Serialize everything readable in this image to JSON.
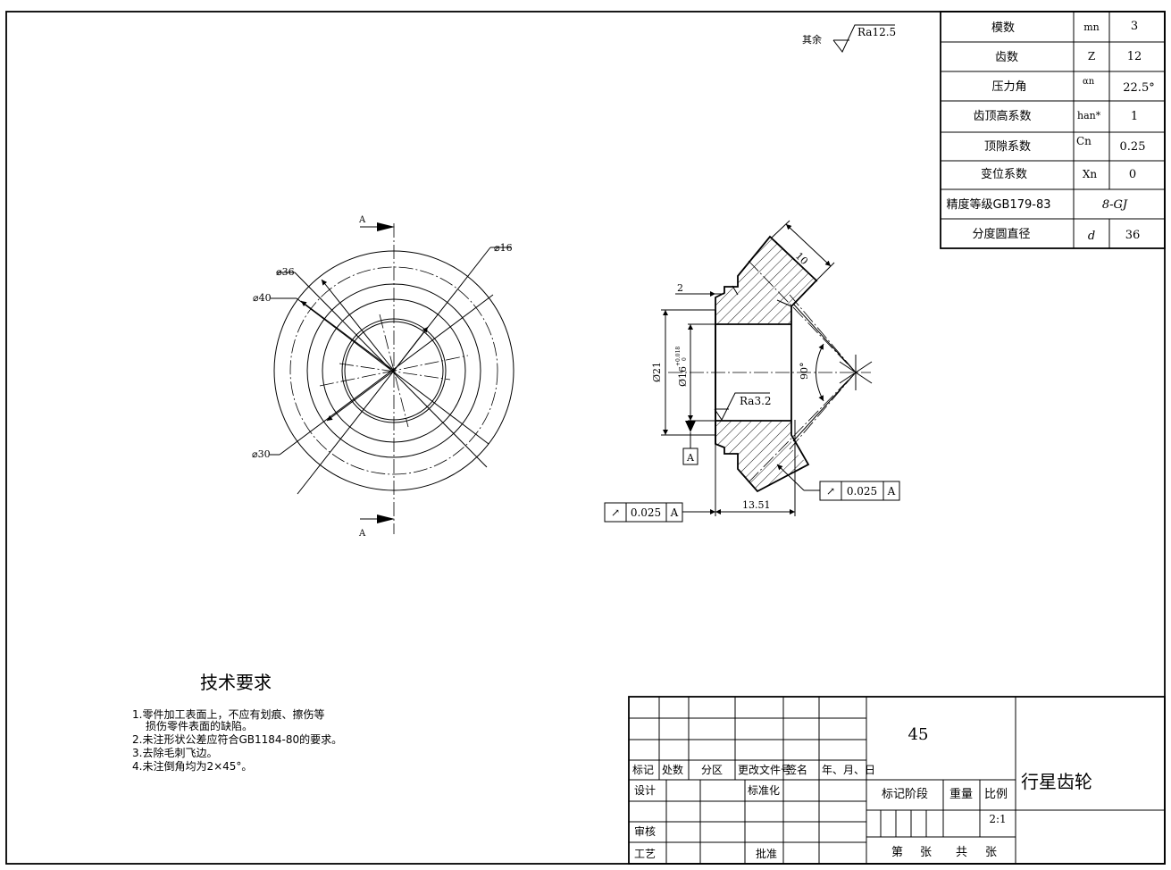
{
  "surface_note": {
    "prefix": "其余",
    "value": "Ra12.5"
  },
  "gear_params": [
    {
      "name": "模数",
      "symbol": "mn",
      "value": "3"
    },
    {
      "name": "齿数",
      "symbol": "Z",
      "value": "12"
    },
    {
      "name": "压力角",
      "symbol": "αn",
      "value": "22.5°"
    },
    {
      "name": "齿顶高系数",
      "symbol": "han*",
      "value": "1"
    },
    {
      "name": "顶隙系数",
      "symbol": "Cn",
      "value": "0.25"
    },
    {
      "name": "变位系数",
      "symbol": "Xn",
      "value": "0"
    },
    {
      "name": "精度等级GB179-83",
      "value": "8-GJ"
    },
    {
      "name": "分度圆直径",
      "symbol": "d",
      "value": "36"
    }
  ],
  "front_view": {
    "section_label": "A",
    "dims": {
      "d16": "⌀16",
      "d36": "⌀36",
      "d40": "⌀40",
      "d30": "⌀30"
    }
  },
  "section_view": {
    "dim_2": "2",
    "dim_10": "10",
    "dim_d21": "Ø21",
    "dim_d16": "Ø16",
    "dim_d16_tol_upper": "+0.018",
    "dim_d16_tol_lower": "0",
    "angle_90": "90°",
    "roughness": "Ra3.2",
    "datum": "A",
    "dim_13_51": "13.51",
    "runout_tol_1": {
      "symbol": "↗",
      "value": "0.025",
      "datum": "A"
    },
    "runout_tol_2": {
      "symbol": "↗",
      "value": "0.025",
      "datum": "A"
    }
  },
  "tech_requirements": {
    "title": "技术要求",
    "items": [
      "1.零件加工表面上，不应有划痕、擦伤等",
      "损伤零件表面的缺陷。",
      "2.未注形状公差应符合GB1184-80的要求。",
      "3.去除毛刺飞边。",
      "4.未注倒角均为2×45°。"
    ]
  },
  "title_block": {
    "material": "45",
    "part_name": "行星齿轮",
    "scale": "2:1",
    "h_mark": "标记",
    "h_count": "处数",
    "h_zone": "分区",
    "h_doc": "更改文件号",
    "h_sign": "签名",
    "h_date": "年、月、日",
    "design": "设计",
    "standard": "标准化",
    "review": "审核",
    "process": "工艺",
    "approve": "批准",
    "stage": "标记阶段",
    "weight": "重量",
    "ratio": "比例",
    "sheet_no": "第",
    "sheet_unit": "张",
    "sheet_total": "共",
    "sheet_unit2": "张"
  }
}
